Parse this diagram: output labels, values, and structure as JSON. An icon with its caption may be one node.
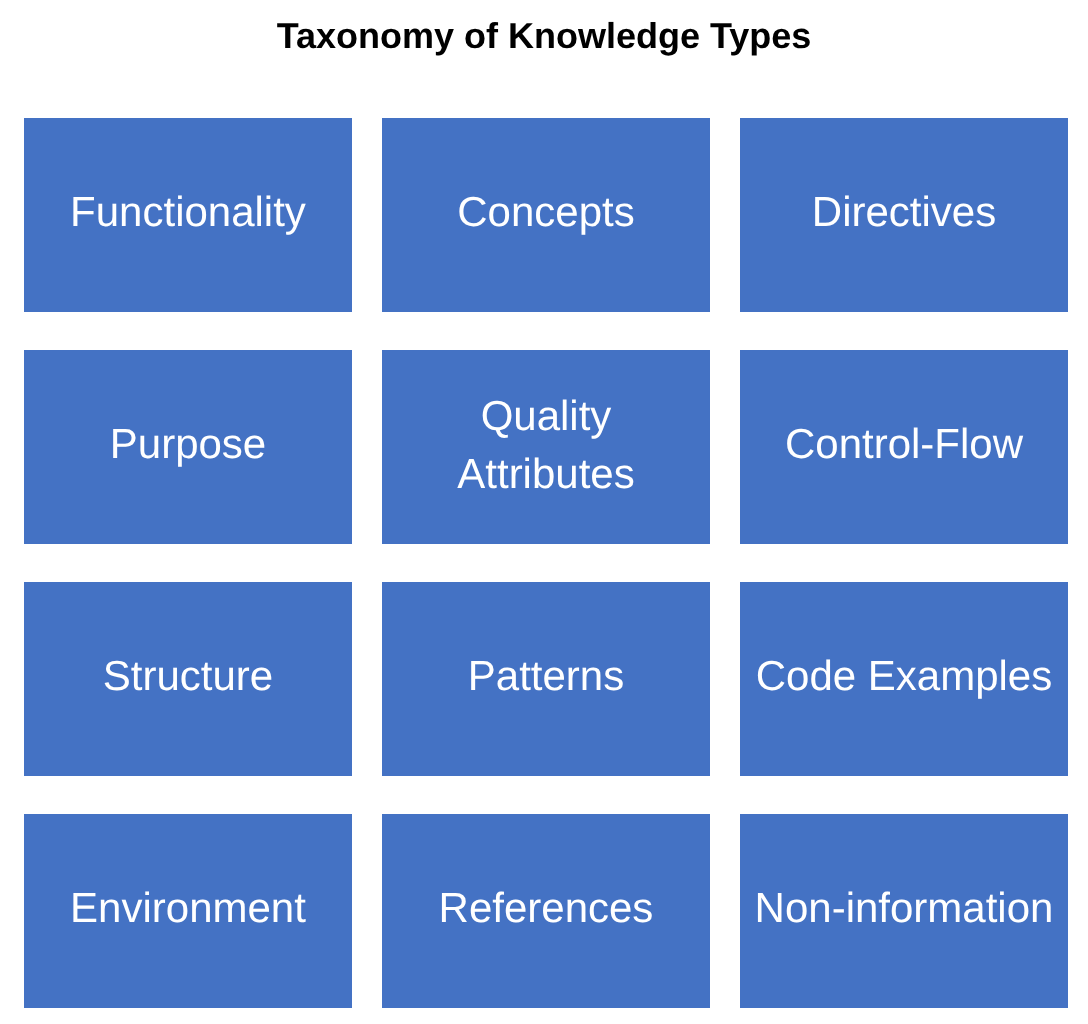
{
  "diagram": {
    "title": "Taxonomy of Knowledge Types",
    "nodes": [
      {
        "text": [
          "Functionality"
        ]
      },
      {
        "text": [
          "Concepts"
        ]
      },
      {
        "text": [
          "Directives"
        ]
      },
      {
        "text": [
          "Purpose"
        ]
      },
      {
        "text": [
          "Quality Attributes"
        ]
      },
      {
        "text": [
          "Control-Flow"
        ]
      },
      {
        "text": [
          "Structure"
        ]
      },
      {
        "text": [
          "Patterns"
        ]
      },
      {
        "text": [
          "Code Examples"
        ]
      },
      {
        "text": [
          "Environment"
        ]
      },
      {
        "text": [
          "References"
        ]
      },
      {
        "text": [
          "Non-information"
        ]
      }
    ]
  }
}
